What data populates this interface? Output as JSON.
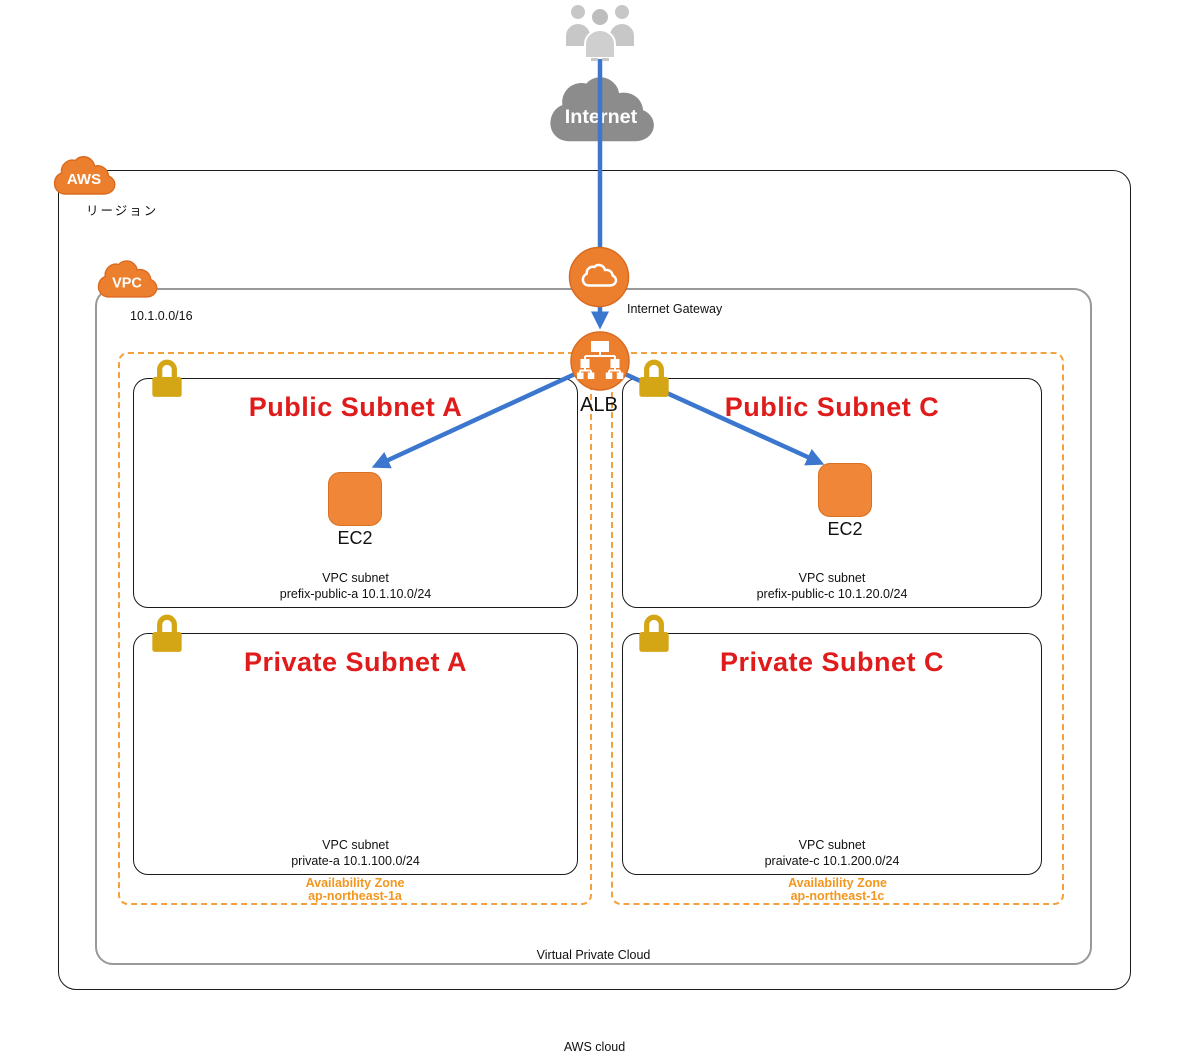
{
  "colors": {
    "aws_orange": "#EC7F2E",
    "aws_orange_dark": "#D96A20",
    "az_dash_orange": "#F2A13E",
    "az_text_orange": "#F2961E",
    "subnet_title_red": "#DF1B1B",
    "lock_gold": "#D4A514",
    "arrow_blue": "#3B77CE",
    "internet_cloud_gray": "#8C8C8C",
    "vpc_border_gray": "#999999"
  },
  "icons": {
    "users": "users-icon",
    "internet_cloud": "internet-cloud-icon",
    "aws_badge": "aws-cloud-badge-icon",
    "vpc_badge": "vpc-cloud-badge-icon",
    "internet_gateway": "internet-gateway-icon",
    "alb": "alb-icon",
    "ec2": "ec2-icon",
    "lock": "lock-icon"
  },
  "internet": {
    "label": "Internet"
  },
  "aws": {
    "badge": "AWS",
    "region_label": "リージョン",
    "footer": "AWS cloud"
  },
  "vpc": {
    "badge": "VPC",
    "cidr": "10.1.0.0/16",
    "footer": "Virtual Private Cloud"
  },
  "gateway": {
    "label": "Internet Gateway"
  },
  "load_balancer": {
    "label": "ALB"
  },
  "availability_zones": [
    {
      "line1": "Availability Zone",
      "line2": "ap-northeast-1a"
    },
    {
      "line1": "Availability Zone",
      "line2": "ap-northeast-1c"
    }
  ],
  "subnets": {
    "public_a": {
      "title": "Public Subnet A",
      "detail_line1": "VPC subnet",
      "detail_line2": "prefix-public-a 10.1.10.0/24",
      "ec2_label": "EC2"
    },
    "public_c": {
      "title": "Public Subnet C",
      "detail_line1": "VPC subnet",
      "detail_line2": "prefix-public-c 10.1.20.0/24",
      "ec2_label": "EC2"
    },
    "private_a": {
      "title": "Private Subnet A",
      "detail_line1": "VPC subnet",
      "detail_line2": "private-a 10.1.100.0/24"
    },
    "private_c": {
      "title": "Private Subnet C",
      "detail_line1": "VPC subnet",
      "detail_line2": "praivate-c 10.1.200.0/24"
    }
  }
}
